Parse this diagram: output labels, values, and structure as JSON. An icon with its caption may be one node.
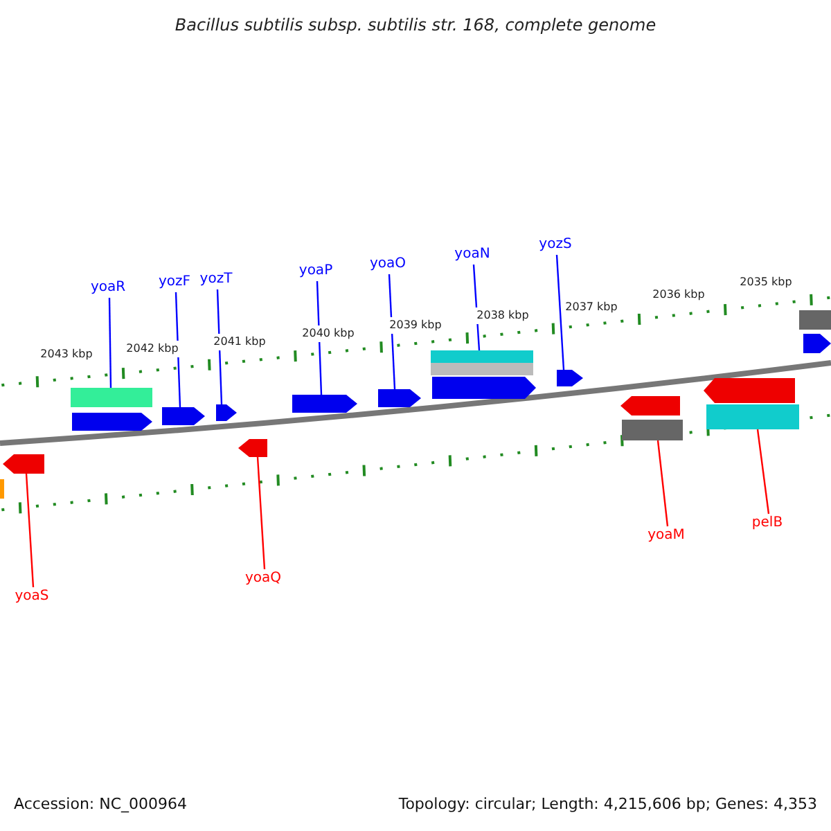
{
  "diagram": {
    "title": "Bacillus subtilis subsp. subtilis str. 168, complete genome",
    "nodes": [
      {
        "text": [
          "yoaR"
        ]
      },
      {
        "text": [
          "yozF"
        ]
      },
      {
        "text": [
          "yozT"
        ]
      },
      {
        "text": [
          "yoaP"
        ]
      },
      {
        "text": [
          "yoaO"
        ]
      },
      {
        "text": [
          "yoaN"
        ]
      },
      {
        "text": [
          "yozS"
        ]
      },
      {
        "text": [
          "yoaS"
        ]
      },
      {
        "text": [
          "yoaQ"
        ]
      },
      {
        "text": [
          "yoaM"
        ]
      },
      {
        "text": [
          "pelB"
        ]
      },
      {
        "text": [],
        "shape": "bar"
      },
      {
        "text": [],
        "shape": "pentagon"
      },
      {
        "text": [],
        "shape": "bar"
      },
      {
        "text": [],
        "shape": "pentagon"
      },
      {
        "text": [],
        "shape": "pentagon"
      },
      {
        "text": [],
        "shape": "pentagon"
      },
      {
        "text": [],
        "shape": "pentagon"
      },
      {
        "text": [],
        "shape": "pentagon"
      },
      {
        "text": [],
        "shape": "pentagon"
      },
      {
        "text": [],
        "shape": "bar"
      },
      {
        "text": [],
        "shape": "bar"
      },
      {
        "text": [],
        "shape": "pentagon"
      },
      {
        "text": [],
        "shape": "pentagon"
      },
      {
        "text": [],
        "shape": "pentagon"
      },
      {
        "text": [],
        "shape": "bar"
      },
      {
        "text": [],
        "shape": "pentagon"
      },
      {
        "text": [],
        "shape": "bar"
      },
      {
        "text": [],
        "shape": "bar"
      },
      {
        "text": [],
        "shape": "pentagon"
      }
    ],
    "edges": [
      {
        "from": 0,
        "to": 13,
        "arrow": "none"
      },
      {
        "from": 1,
        "to": 15,
        "arrow": "none"
      },
      {
        "from": 2,
        "to": 16,
        "arrow": "none"
      },
      {
        "from": 3,
        "to": 18,
        "arrow": "none"
      },
      {
        "from": 4,
        "to": 19,
        "arrow": "none"
      },
      {
        "from": 5,
        "to": 20,
        "arrow": "none"
      },
      {
        "from": 6,
        "to": 23,
        "arrow": "none"
      },
      {
        "from": 7,
        "to": 12,
        "arrow": "none",
        "color": "#ff0000"
      },
      {
        "from": 8,
        "to": 17,
        "arrow": "none",
        "color": "#ff0000"
      },
      {
        "from": 9,
        "to": 25,
        "arrow": "none",
        "color": "#ff0000"
      },
      {
        "from": 10,
        "to": 27,
        "arrow": "none",
        "color": "#ff0000"
      }
    ],
    "labels": [
      "2043 kbp",
      "2042 kbp",
      "2041 kbp",
      "2040 kbp",
      "2039 kbp",
      "2038 kbp",
      "2037 kbp",
      "2036 kbp",
      "2035 kbp",
      "Accession: NC_000964",
      "Topology: circular; Length: 4,215,606 bp; Genes: 4,353"
    ]
  }
}
